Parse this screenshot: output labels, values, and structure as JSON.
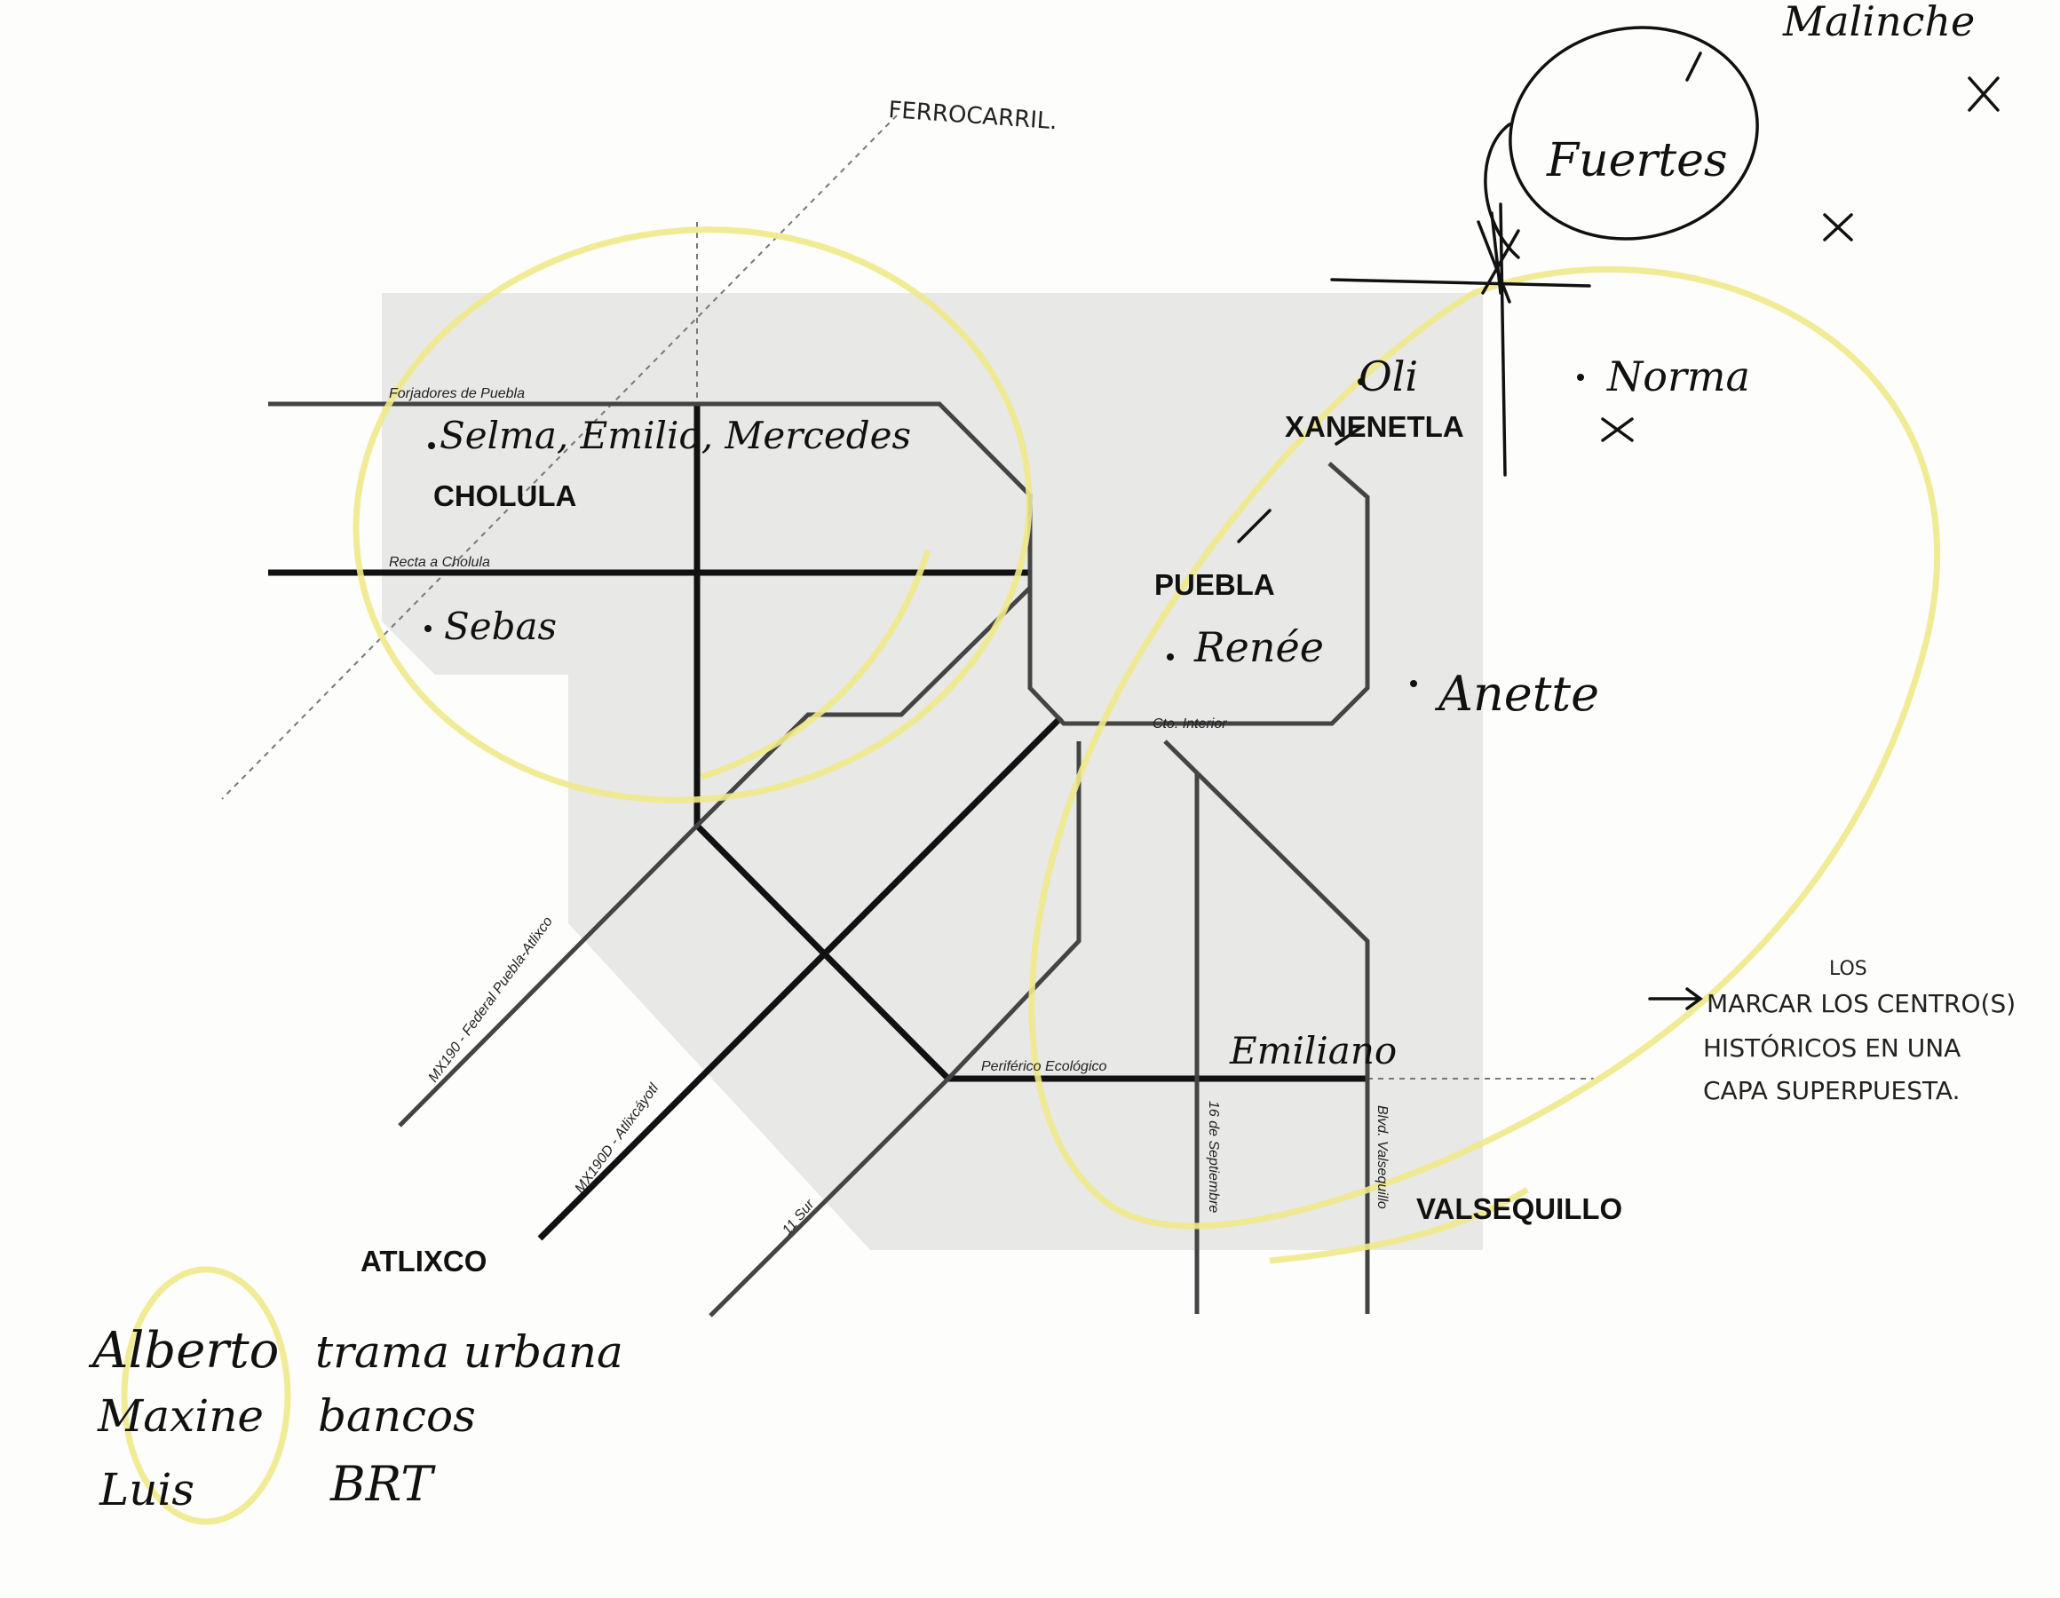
{
  "places": {
    "cholula": "CHOLULA",
    "xanenetla": "XANENETLA",
    "puebla": "PUEBLA",
    "atlixco": "ATLIXCO",
    "valsequillo": "VALSEQUILLO"
  },
  "roads": {
    "forjadores": "Forjadores de Puebla",
    "recta": "Recta a Cholula",
    "circuito": "Cto. Interior",
    "periferico": "Periférico Ecológico",
    "mx190": "MX190 - Federal Puebla-Atlixco",
    "mx190d": "MX190D - Atlixcáyotl",
    "sur11": "11 Sur",
    "septiembre": "16 de Septiembre",
    "valsequillo_blvd": "Blvd. Valsequillo"
  },
  "annotations": {
    "ferrocarril": "FERROCARRIL.",
    "malinche": "Malinche",
    "fuertes": "Fuertes",
    "oli": "Oli",
    "norma": "Norma",
    "selma": "Selma, Emilio, Mercedes",
    "sebas": "Sebas",
    "renee": "Renée",
    "anette": "Anette",
    "emiliano": "Emiliano",
    "los": "LOS",
    "note_line1": "MARCAR LOS CENTRO(S)",
    "note_line2": "HISTÓRICOS EN UNA",
    "note_line3": "CAPA SUPERPUESTA."
  },
  "team": [
    {
      "name": "Alberto",
      "topic": "trama urbana"
    },
    {
      "name": "Maxine",
      "topic": "bancos"
    },
    {
      "name": "Luis",
      "topic": "BRT"
    }
  ],
  "colors": {
    "highlighter": "#efe98a",
    "map_fill": "#e9e9e7",
    "ink": "#111111"
  }
}
